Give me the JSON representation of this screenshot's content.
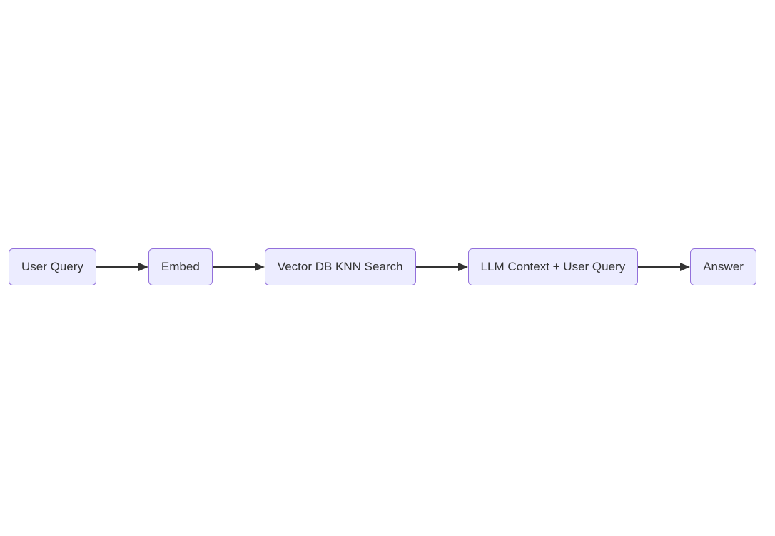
{
  "diagram": {
    "type": "flowchart",
    "direction": "left-to-right",
    "nodes": [
      {
        "id": "user-query",
        "label": "User Query"
      },
      {
        "id": "embed",
        "label": "Embed"
      },
      {
        "id": "vector-db-knn-search",
        "label": "Vector DB KNN Search"
      },
      {
        "id": "llm-context-user-query",
        "label": "LLM Context + User Query"
      },
      {
        "id": "answer",
        "label": "Answer"
      }
    ],
    "edges": [
      {
        "from": "user-query",
        "to": "embed"
      },
      {
        "from": "embed",
        "to": "vector-db-knn-search"
      },
      {
        "from": "vector-db-knn-search",
        "to": "llm-context-user-query"
      },
      {
        "from": "llm-context-user-query",
        "to": "answer"
      }
    ]
  },
  "theme": {
    "background": "#ffffff",
    "node_fill": "#ECECFF",
    "node_border": "#9370DB",
    "node_text": "#333333",
    "arrow_color": "#333333"
  }
}
